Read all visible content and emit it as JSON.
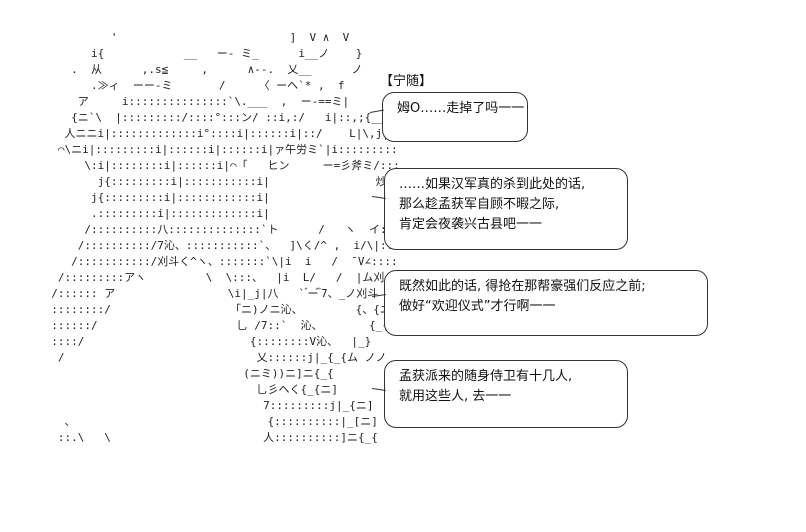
{
  "speaker_tag": "【宁随】",
  "bubbles": [
    {
      "lines": [
        "姆O……走掉了吗一一"
      ]
    },
    {
      "lines": [
        "……如果汉军真的杀到此处的话,",
        "那么趁孟获军自顾不暇之际,",
        "肯定会夜袭兴古县吧一一"
      ]
    },
    {
      "lines": [
        "既然如此的话, 得抢在那帮豪强们反应之前;",
        "做好“欢迎仪式”才行啊一一"
      ]
    },
    {
      "lines": [
        "孟获派来的随身侍卫有十几人,",
        "就用这些人, 去一一"
      ]
    }
  ],
  "ascii_art": "           '                          ]  V ∧  V\n        i{            __   ー- ミ_      i__ノ    }\n     .  从      ,.s≦     ,      ∧--.  乂__      ノ\n        .≫ィ  ーー-ミ       /     〈 ーヘ`* ,  f\n      ア     i:::::::::::::::`\\.___  ,  ー-==ミ|     |\n     {ニ`\\  |:::::::::/::::°:::ン/ ::i,:/   i|::,;{___,s≦`. 乂\n    人ニニi|:::::::::::::i°::::i|::::::i|::/    L|\\,j|/::::::::::::::|::i|::::::i|ニ}\n   ⌒\\ニi|:::::::::i|::::::i|::::::i|ァ午労ミ`|i::::::::::ノ´j::i|::::::i|_f\n       \\:i|::::::::i|::::::i|⌒「   ヒン     ー=彡斧ミ/:::::ノ|\n         j{:::::::::i|:::::::::::i|                炒 小   |\n        j{:::::::::i|::::::::::::i|                    ,  |i::::i\n        .:::::::::i|:::::::::::::i|                     斤::|    乂\n       /::::::::::八::::::::::::::`ト      /   ヽ  イ::i|::::|\n      /::::::::::/7沁、:::::::::::`、  ]\\く/^ ,  i/\\|::::i|::::|\n     /:::::::::::/刈斗く^ヽ、:::::::`\\|i  i   /  ̄ V∠::::i|::::|\n   /:::::::::アヽ         \\  \\:::、  |i  L/   /  |ム刈:::|\n  /:::::: ア                 \\i|_j|八   ` ゙ー゙ ゙7、_ノ刈斗 乂\n  ::::::::/                  「ニ)ノニ沁、        {、{ニ)ニニ]\n  ::::::/                     乚 /7::`  沁、       {_{\\ `:`:、\n  ::::/                         {::::::::V沁、  |_}    \\八、\n   /                             乂::::::j|_{_{ム ノノ      \\ \\\n                               (ニミ))ニ]ニ{_{        V乂\n                                 乚彡ヘく{_{ニ]        V∧\n                                  7:::::::::j|_{ニ]          VI j|\n    、                             {::::::::::|_[ニ]           W\n   ::.\\   \\                       人::::::::::]ニ{_{           }i"
}
